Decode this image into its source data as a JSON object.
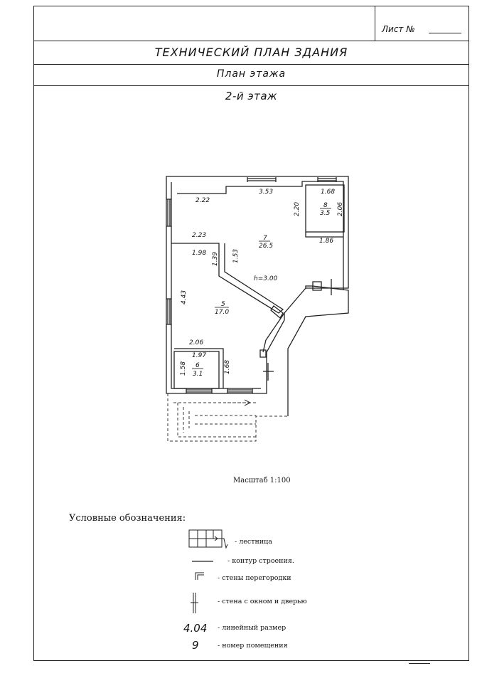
{
  "header": {
    "sheet_label": "Лист №",
    "title": "ТЕХНИЧЕСКИЙ ПЛАН ЗДАНИЯ",
    "subtitle": "План этажа",
    "floor": "2-й этаж"
  },
  "plan": {
    "height_label": "h=3.00",
    "dimensions": [
      "3.53",
      "2.22",
      "2.20",
      "2.23",
      "1.68",
      "2.06",
      "1.86",
      "1.98",
      "1.39",
      "1.53",
      "4.43",
      "2.06",
      "1.97",
      "1.58",
      "1.68"
    ],
    "rooms": [
      {
        "number": "7",
        "area": "26.5"
      },
      {
        "number": "8",
        "area": "3.5"
      },
      {
        "number": "5",
        "area": "17.0"
      },
      {
        "number": "6",
        "area": "3.1"
      }
    ]
  },
  "scale": "Масштаб 1:100",
  "legend": {
    "title": "Условные обозначения:",
    "items": [
      {
        "label": "- лестница",
        "icon": "stair-symbol-icon"
      },
      {
        "label": "- контур строения.",
        "icon": "outline-line-icon"
      },
      {
        "label": "- стены перегородки",
        "icon": "partition-wall-icon"
      },
      {
        "label": "- стена с окном и дверью",
        "icon": "wall-window-door-icon"
      },
      {
        "label": "- линейный размер",
        "sample": "4.04"
      },
      {
        "label": "- номер помещения",
        "sample": "9"
      }
    ]
  }
}
